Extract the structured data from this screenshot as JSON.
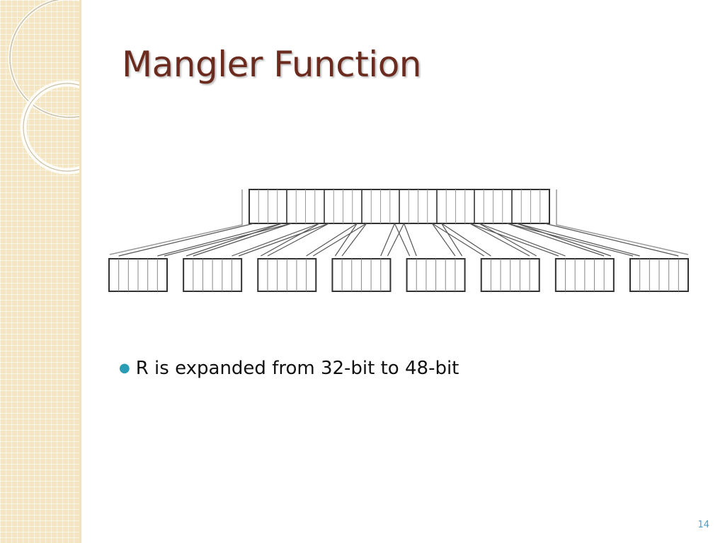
{
  "slide": {
    "title": "Mangler Function",
    "bullets": [
      "R is expanded from 32-bit to 48-bit"
    ],
    "slide_number": "14"
  },
  "diagram": {
    "input_bits": 32,
    "output_groups": 8,
    "bits_per_output_group": 6
  },
  "colors": {
    "title": "#6b2b1e",
    "bullet": "#2a9db5",
    "band": "#f4e6c2",
    "slide_number": "#4a9fc9"
  }
}
